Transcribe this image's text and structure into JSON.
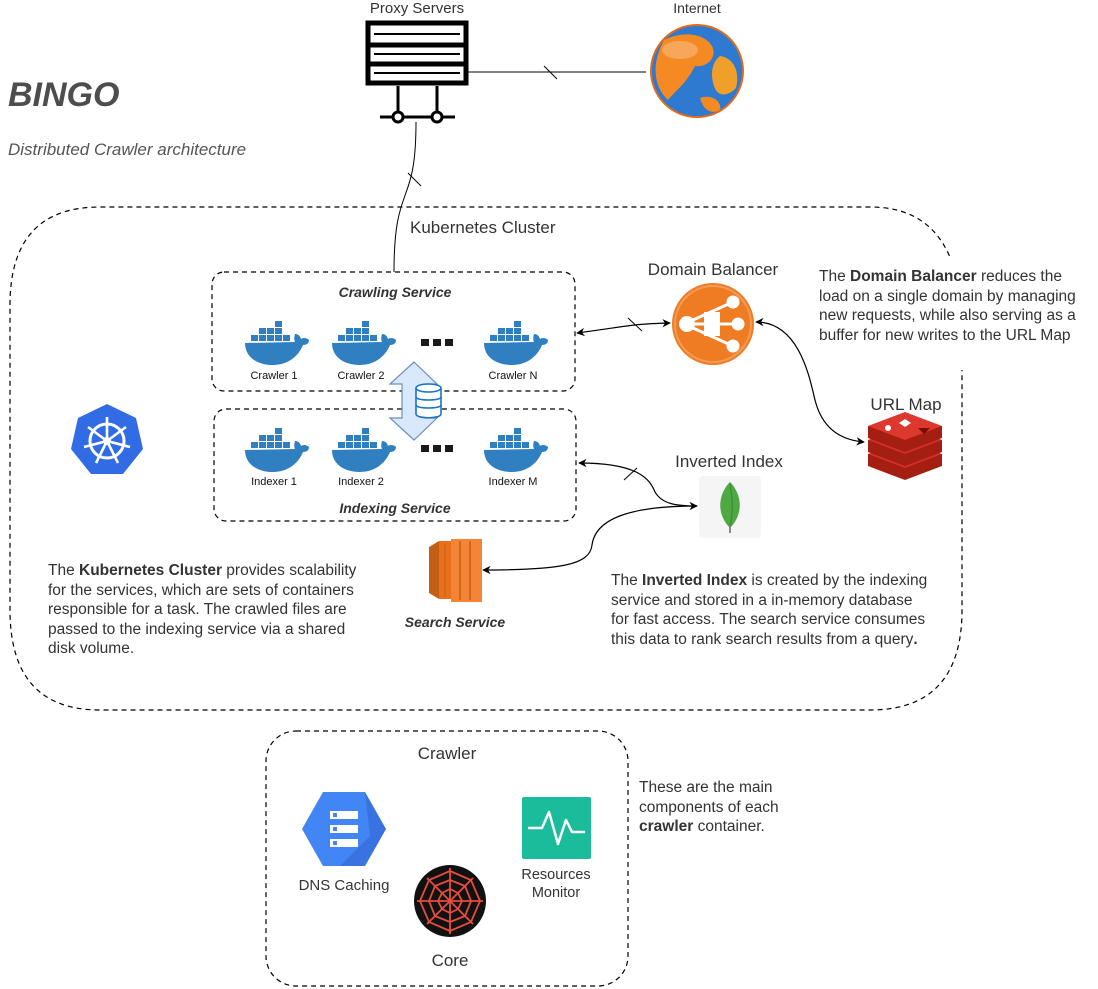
{
  "header": {
    "title": "BINGO",
    "subtitle": "Distributed Crawler architecture"
  },
  "nodes": {
    "proxy_servers": "Proxy Servers",
    "internet": "Internet",
    "kubernetes_cluster": "Kubernetes Cluster",
    "crawling_service": "Crawling Service",
    "indexing_service": "Indexing Service",
    "domain_balancer": "Domain Balancer",
    "url_map": "URL Map",
    "inverted_index": "Inverted Index",
    "search_service": "Search Service",
    "crawler_box": "Crawler",
    "dns_caching": "DNS Caching",
    "resources_monitor": "Resources Monitor",
    "core": "Core"
  },
  "crawlers": [
    "Crawler 1",
    "Crawler 2",
    "Crawler N"
  ],
  "indexers": [
    "Indexer 1",
    "Indexer 2",
    "Indexer M"
  ],
  "notes": {
    "domain_balancer": {
      "pre": "The ",
      "bold": "Domain Balancer",
      "post": " reduces the load on a single domain by managing new requests, while also serving as a buffer for new writes to the URL Map"
    },
    "kubernetes": {
      "pre": "The ",
      "bold": "Kubernetes Cluster",
      "post": " provides scalability for the services, which are sets of containers responsible for a task. The crawled files are passed to the indexing service via a shared disk volume."
    },
    "inverted_index": {
      "pre": "The ",
      "bold": "Inverted Index",
      "post": " is created by the indexing service and stored in a in-memory database for fast access. The search service consumes this data to rank search results from a query",
      "end": "."
    },
    "crawler": {
      "pre": "These are the main components of each ",
      "bold": "crawler",
      "post": " container."
    }
  },
  "icons": {
    "proxy": "server-rack-icon",
    "internet": "globe-icon",
    "kubernetes": "kubernetes-helm-icon",
    "docker": "docker-whale-icon",
    "balancer": "load-balancer-icon",
    "redis": "redis-stack-icon",
    "mongodb": "mongodb-leaf-icon",
    "search": "aws-compute-icon",
    "shared_volume": "database-arrow-icon",
    "dns": "dns-hexagon-icon",
    "monitor": "pulse-monitor-icon",
    "core": "spiderweb-icon"
  },
  "colors": {
    "docker_blue": "#2f7fc1",
    "balancer_orange": "#ef7b22",
    "redis_red": "#d42e2b",
    "kubernetes_blue": "#326ce5",
    "mongo_green": "#4fa943",
    "search_orange": "#e8701c",
    "dns_blue": "#4285f4",
    "monitor_teal": "#1abc9c",
    "core_red": "#e74c3c"
  }
}
